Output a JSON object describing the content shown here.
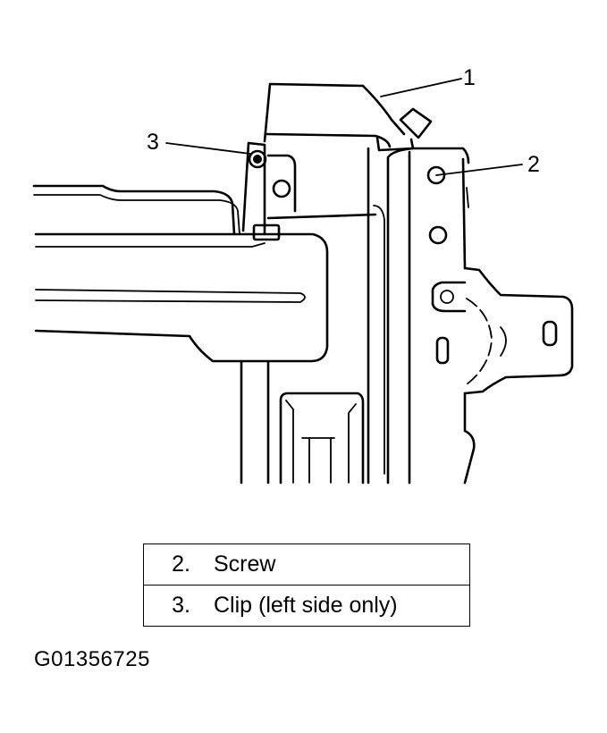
{
  "callouts": [
    {
      "id": "1",
      "label": "1"
    },
    {
      "id": "2",
      "label": "2"
    },
    {
      "id": "3",
      "label": "3"
    }
  ],
  "legend": {
    "rows": [
      {
        "num": "2.",
        "text": "Screw"
      },
      {
        "num": "3.",
        "text": "Clip (left side only)"
      }
    ]
  },
  "figure_id": "G01356725"
}
